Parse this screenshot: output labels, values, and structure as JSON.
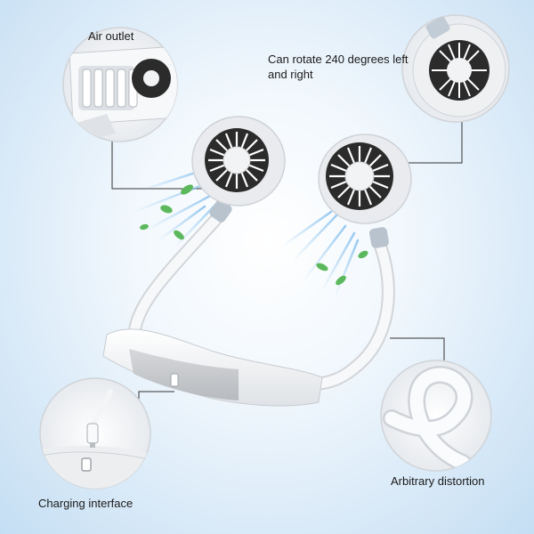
{
  "callouts": {
    "air_outlet": "Air outlet",
    "rotate": "Can rotate 240 degrees left and right",
    "arbitrary": "Arbitrary distortion",
    "charging": "Charging interface"
  },
  "colors": {
    "background": "#d6e8f7",
    "device_body": "#f4f5f6",
    "accent_panel": "#c9cbce",
    "fan_grill": "#2b2b2b",
    "airflow": "#7db8e8",
    "leaf": "#5cb85c"
  }
}
